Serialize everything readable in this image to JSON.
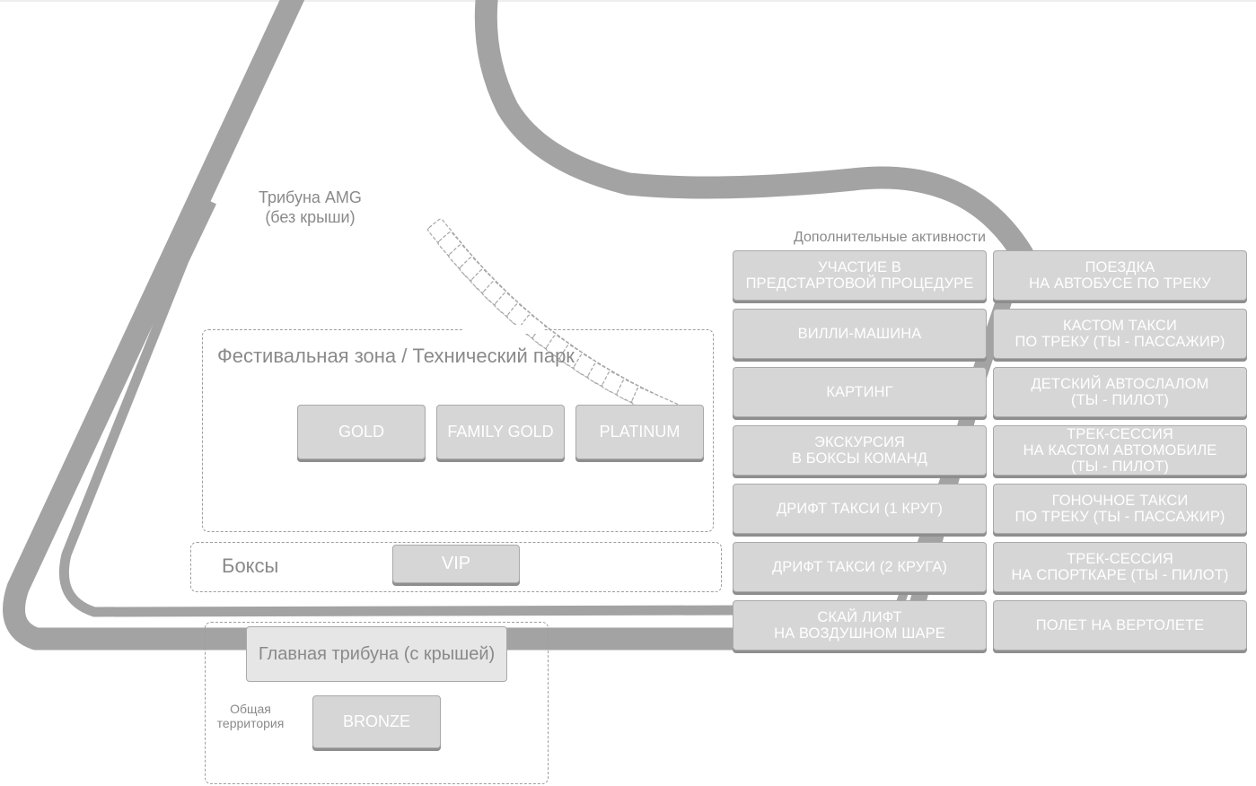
{
  "colors": {
    "track": "#a3a3a3",
    "button_fill": "#d6d6d6",
    "button_text": "#ffffff",
    "label_text": "#8a8a8a",
    "zone_border": "#9e9e9e"
  },
  "labels": {
    "tribune_amg_line1": "Трибуна AMG",
    "tribune_amg_line2": "(без крыши)",
    "activities_title": "Дополнительные активности",
    "festival_zone": "Фестивальная зона / Технический парк",
    "boxes": "Боксы",
    "common_area": "Общая\nтерритория"
  },
  "tickets": {
    "gold": "GOLD",
    "family_gold": "FAMILY GOLD",
    "platinum": "PLATINUM",
    "vip": "VIP",
    "main_tribune": "Главная трибуна (с крышей)",
    "bronze": "BRONZE"
  },
  "activities": {
    "left": [
      "УЧАСТИЕ В\nПРЕДСТАРТОВОЙ ПРОЦЕДУРЕ",
      "ВИЛЛИ-МАШИНА",
      "КАРТИНГ",
      "ЭКСКУРСИЯ\nВ БОКСЫ КОМАНД",
      "ДРИФТ ТАКСИ (1 КРУГ)",
      "ДРИФТ ТАКСИ (2 КРУГА)",
      "СКАЙ ЛИФТ\nНА ВОЗДУШНОМ ШАРЕ"
    ],
    "right": [
      "ПОЕЗДКА\nНА АВТОБУСЕ ПО ТРЕКУ",
      "КАСТОМ ТАКСИ\nПО ТРЕКУ (ТЫ - ПАССАЖИР)",
      "ДЕТСКИЙ АВТОСЛАЛОМ\n(ТЫ - ПИЛОТ)",
      "ТРЕК-СЕССИЯ\nНА КАСТОМ АВТОМОБИЛЕ\n(ТЫ - ПИЛОТ)",
      "ГОНОЧНОЕ ТАКСИ\nПО ТРЕКУ (ТЫ - ПАССАЖИР)",
      "ТРЕК-СЕССИЯ\nНА СПОРТКАРЕ (ТЫ - ПИЛОТ)",
      "ПОЛЕТ НА ВЕРТОЛЕТЕ"
    ]
  }
}
